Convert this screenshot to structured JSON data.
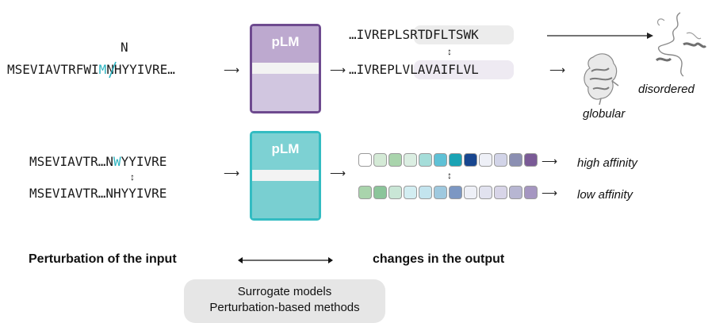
{
  "top": {
    "mut_letter": "N",
    "input_pre": "MSEVIAVTRFWI",
    "input_mut": "M",
    "input_post": "NHYYIVRE…",
    "plm_label": "pLM",
    "out1_pre": "…IVRE",
    "out1_rest": "PLSRTDFLTSWK",
    "out2_pre": "…IVRE",
    "out2_rest": "PLVLAVAIFLVL",
    "label_globular": "globular",
    "label_disordered": "disordered"
  },
  "bottom": {
    "in1_pre": "MSEVIAVTR…N",
    "in1_mut": "W",
    "in1_post": "YYIVRE",
    "in2": "MSEVIAVTR…NHYYIVRE",
    "plm_label": "pLM",
    "label_high": "high affinity",
    "label_low": "low affinity",
    "row1_colors": [
      "#ffffff",
      "#d4ead6",
      "#a9d4ac",
      "#dbeee2",
      "#a5ddd9",
      "#5fc1d6",
      "#1aa3b4",
      "#18468f",
      "#eef0f7",
      "#d2d4e8",
      "#8b8fb2",
      "#7a5a96"
    ],
    "row2_colors": [
      "#a9d4ac",
      "#8bc59a",
      "#c9e6d6",
      "#d3eef2",
      "#c3e4ee",
      "#9fc9df",
      "#7c97c3",
      "#eef0f7",
      "#e1e2ef",
      "#d8d5e8",
      "#b7b6d2",
      "#a596c1"
    ]
  },
  "footer": {
    "perturbation": "Perturbation of the input",
    "changes": "changes in the output",
    "methods_line1": "Surrogate models",
    "methods_line2": "Perturbation-based methods"
  },
  "colors": {
    "plm_purple_border": "#6e4a8f",
    "plm_purple_top": "#bda9cf",
    "plm_purple_bottom": "#d1c6e0",
    "plm_teal_border": "#33bcc2",
    "plm_teal_top": "#7dd1d3",
    "plm_teal_bottom": "#79cfd1",
    "highlight": "#2bb3c0"
  }
}
